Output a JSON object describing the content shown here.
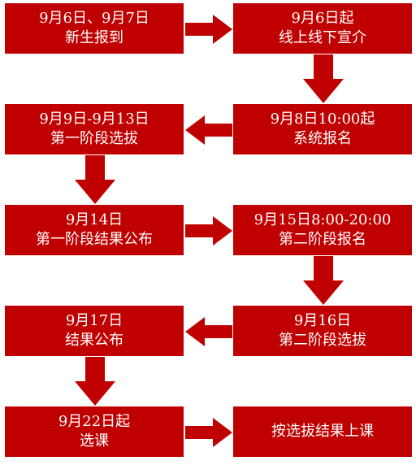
{
  "steps": [
    {
      "line1": "9月6日、9月7日",
      "line2": "新生报到"
    },
    {
      "line1": "9月6日起",
      "line2": "线上线下宣介"
    },
    {
      "line1": "9月8日10:00起",
      "line2": "系统报名"
    },
    {
      "line1": "9月9日-9月13日",
      "line2": "第一阶段选拔"
    },
    {
      "line1": "9月14日",
      "line2": "第一阶段结果公布"
    },
    {
      "line1": "9月15日8:00-20:00",
      "line2": "第二阶段报名"
    },
    {
      "line1": "9月16日",
      "line2": "第二阶段选拔"
    },
    {
      "line1": "9月17日",
      "line2": "结果公布"
    },
    {
      "line1": "9月22日起",
      "line2": "选课"
    },
    {
      "line1": "按选拔结果上课",
      "line2": ""
    }
  ],
  "colors": {
    "box": "#c00000",
    "arrow": "#c00000",
    "text": "#ffffff"
  }
}
